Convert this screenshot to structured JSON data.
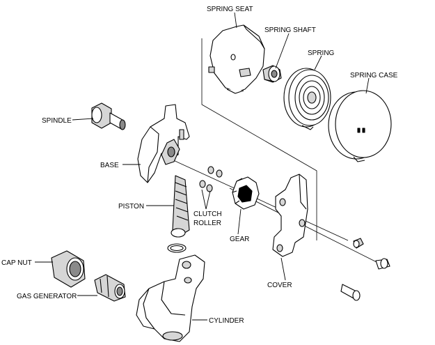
{
  "labels": {
    "spring_seat": "SPRING SEAT",
    "spring_shaft": "SPRING SHAFT",
    "spring": "SPRING",
    "spring_case": "SPRING CASE",
    "spindle": "SPINDLE",
    "base": "BASE",
    "piston": "PISTON",
    "clutch": "CLUTCH",
    "roller": "ROLLER",
    "gear": "GEAR",
    "cap_nut": "CAP NUT",
    "gas_generator": "GAS GENERATOR",
    "cover": "COVER",
    "cylinder": "CYLINDER"
  }
}
